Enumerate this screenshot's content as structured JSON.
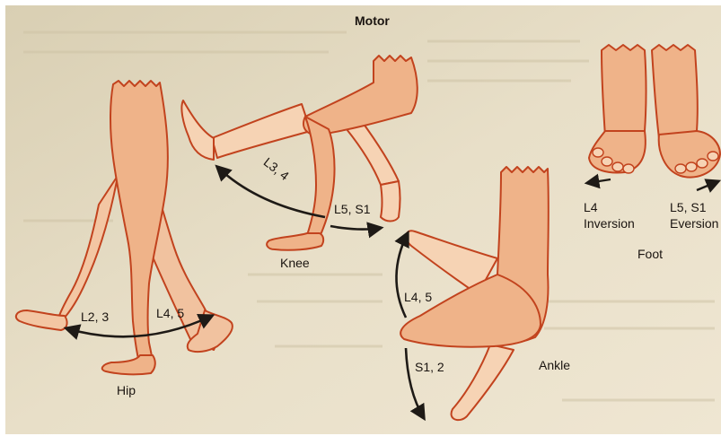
{
  "title": "Motor",
  "panels": {
    "hip": {
      "name": "Hip",
      "left": "L2, 3",
      "right": "L4, 5"
    },
    "knee": {
      "name": "Knee",
      "left": "L3, 4",
      "right": "L5, S1"
    },
    "ankle": {
      "name": "Ankle",
      "up": "L4, 5",
      "down": "S1, 2"
    },
    "foot": {
      "name": "Foot",
      "inversion_level": "L4",
      "inversion_label": "Inversion",
      "eversion_level": "L5, S1",
      "eversion_label": "Eversion"
    }
  },
  "colors": {
    "background": "#e5dcc3",
    "skin_fill": "#efb389",
    "skin_outline": "#c2431e",
    "skin_light": "#f6d9bd",
    "arrow": "#1e1a16",
    "text": "#1a1410"
  }
}
